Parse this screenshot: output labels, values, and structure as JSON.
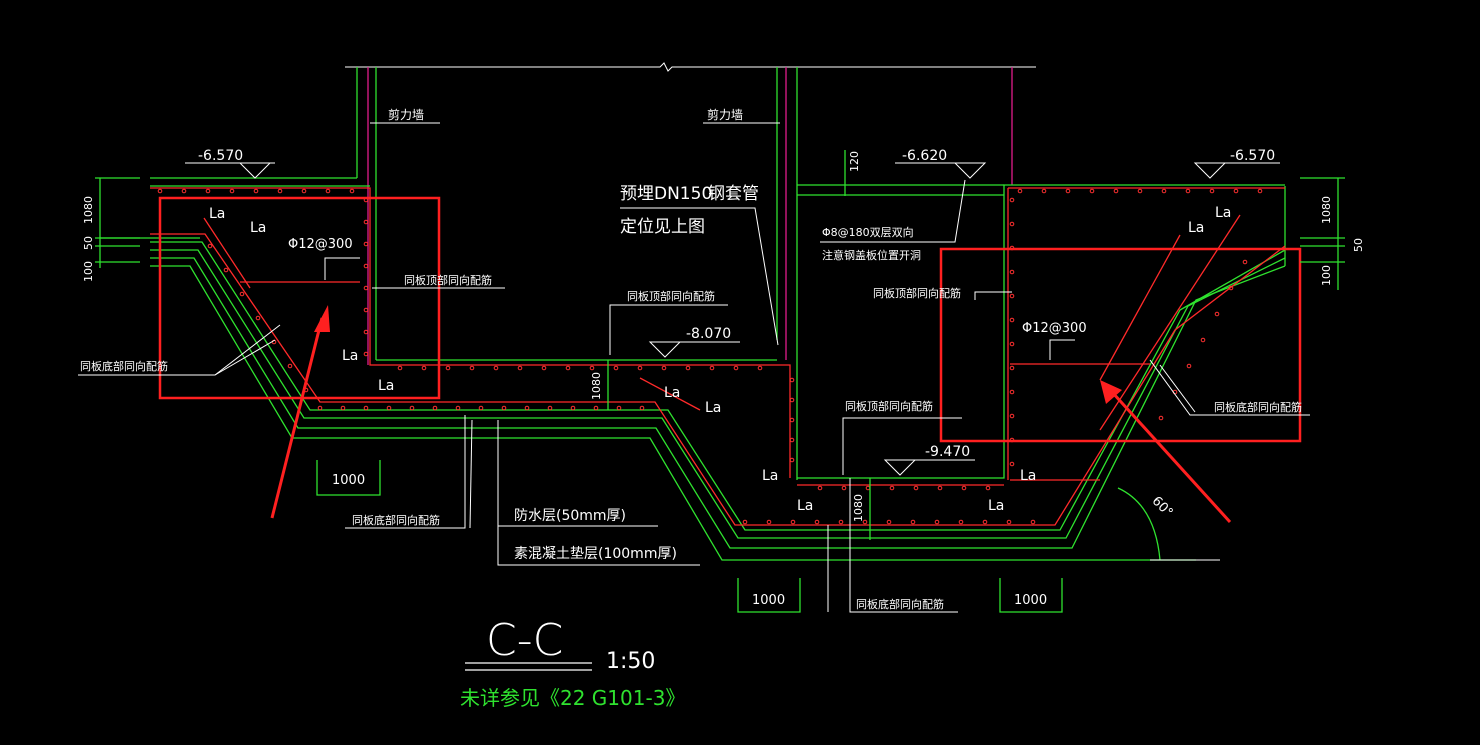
{
  "colors": {
    "background": "#000000",
    "concrete_outline": "#2fe22f",
    "rebar": "#ff2a2a",
    "wall_line": "#e01c8a",
    "leader": "#ffffff",
    "markup": "#ff2020"
  },
  "section": {
    "title": "C-C",
    "scale": "1:50",
    "note": "未详参见《22 G101-3》"
  },
  "labels": {
    "shear_wall_left": "剪力墙",
    "shear_wall_right": "剪力墙",
    "embed_line1": "预埋DN150",
    "embed_steel_pipe": "钢套管",
    "embed_line2": "定位见上图",
    "cover_rebar_line1": "Φ8@180双层双向",
    "cover_rebar_line2": "注意钢盖板位置开洞",
    "top_same_left": "同板顶部同向配筋",
    "top_same_mid": "同板顶部同向配筋",
    "top_same_right_upper": "同板顶部同向配筋",
    "top_same_right_lower": "同板顶部同向配筋",
    "bottom_same_left": "同板底部同向配筋",
    "bottom_same_mid": "同板底部同向配筋",
    "bottom_same_center": "同板底部同向配筋",
    "bottom_same_right": "同板底部同向配筋",
    "waterproof": "防水层(50mm厚)",
    "concrete_cushion": "素混凝土垫层(100mm厚)",
    "rebar_left": "Φ12@300",
    "rebar_right": "Φ12@300",
    "anchor": "La",
    "angle": "60°"
  },
  "elevations": {
    "left": "-6.570",
    "right_top": "-6.620",
    "far_right": "-6.570",
    "center": "-8.070",
    "pit_bottom": "-9.470"
  },
  "dimensions": {
    "left_1080": "1080",
    "left_50": "50",
    "left_100": "100",
    "right_1080": "1080",
    "right_50": "50",
    "right_100": "100",
    "wall_120": "120",
    "depth_1080": "1080",
    "pit_1080": "1080",
    "width_1000_left": "1000",
    "width_1000_center": "1000",
    "width_1000_right": "1000"
  }
}
